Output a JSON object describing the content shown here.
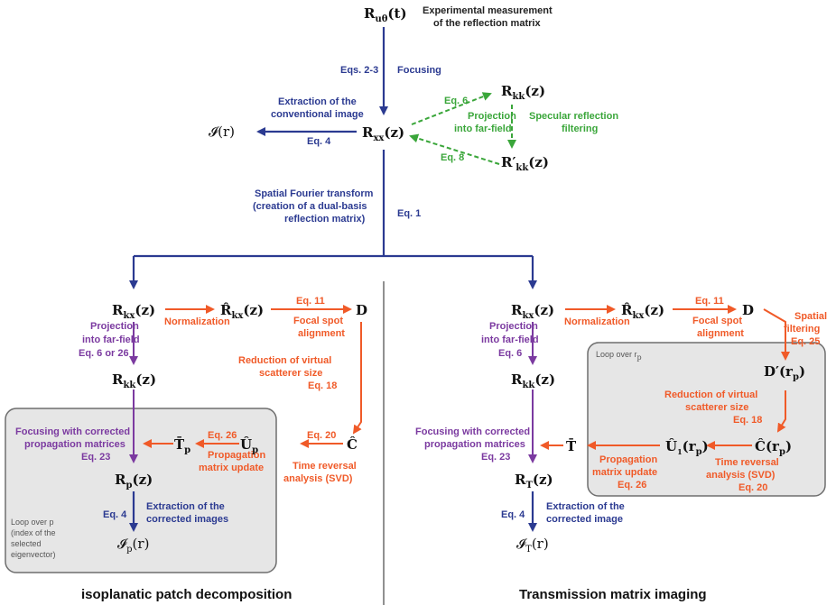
{
  "colors": {
    "blue": "#2b3a91",
    "green": "#3aa63a",
    "orange": "#f05a28",
    "purple": "#7b3aa0",
    "box_fill": "#e6e6e6",
    "box_stroke": "#6e6e6e"
  },
  "top": {
    "rut": "R",
    "rut_sub": "uθ",
    "rut_arg": "(t)",
    "experimental_line1": "Experimental measurement",
    "experimental_line2": "of the reflection matrix",
    "eqs_2_3": "Eqs. 2-3",
    "focusing": "Focusing",
    "rxx": "R",
    "rxx_sub": "xx",
    "rxx_arg": "(z)",
    "extraction_line1": "Extraction of the",
    "extraction_line2": "conventional image",
    "eq4": "Eq. 4",
    "conv_image": "𝓘(r)",
    "eq6": "Eq. 6",
    "projection_line1": "Projection",
    "projection_line2": "into far-field",
    "rkk": "R",
    "rkk_sub": "kk",
    "rkk_arg": "(z)",
    "specular_line1": "Specular reflection",
    "specular_line2": "filtering",
    "eq8": "Eq. 8",
    "rkk_prime": "R′",
    "rkk_prime_sub": "kk",
    "rkk_prime_arg": "(z)",
    "fourier_line1": "Spatial Fourier transform",
    "fourier_line2": "(creation of a dual-basis",
    "fourier_line3": "reflection matrix)",
    "eq1": "Eq. 1"
  },
  "left": {
    "rkx": "R",
    "rkx_sub": "kx",
    "rkx_arg": "(z)",
    "normalization": "Normalization",
    "rhat": "R̂",
    "rhat_sub": "kx",
    "rhat_arg": "(z)",
    "eq11": "Eq. 11",
    "focal_line1": "Focal spot",
    "focal_line2": "alignment",
    "d": "D",
    "proj_line1": "Projection",
    "proj_line2": "into far-field",
    "proj_line3": "Eq. 6 or 26",
    "rkk": "R",
    "rkk_sub": "kk",
    "rkk_arg": "(z)",
    "reduction_line1": "Reduction of  virtual",
    "reduction_line2": "scatterer  size",
    "reduction_line3": "Eq. 18",
    "focusing_line1": "Focusing with corrected",
    "focusing_line2": "propagation matrices",
    "focusing_line3": "Eq. 23",
    "tbar": "T̄",
    "tbar_sub": "p",
    "eq26": "Eq. 26",
    "propagation_line1": "Propagation",
    "propagation_line2": "matrix update",
    "uhat": "Û",
    "uhat_sub": "p",
    "eq20": "Eq. 20",
    "chat": "Ĉ",
    "time_line1": "Time reversal",
    "time_line2": "analysis (SVD)",
    "rp": "R",
    "rp_sub": "p",
    "rp_arg": "(z)",
    "eq4": "Eq. 4",
    "extract_line1": "Extraction of the",
    "extract_line2": "corrected images",
    "ip": "𝓘",
    "ip_sub": "p",
    "ip_arg": "(r)",
    "loop_line1": "Loop over p",
    "loop_line2": "(index of the",
    "loop_line3": "selected",
    "loop_line4": "eigenvector)",
    "title": "isoplanatic patch decomposition"
  },
  "right": {
    "rkx": "R",
    "rkx_sub": "kx",
    "rkx_arg": "(z)",
    "normalization": "Normalization",
    "rhat": "R̂",
    "rhat_sub": "kx",
    "rhat_arg": "(z)",
    "eq11": "Eq. 11",
    "focal_line1": "Focal spot",
    "focal_line2": "alignment",
    "d": "D",
    "spatial_line1": "Spatial",
    "spatial_line2": "filtering",
    "spatial_line3": "Eq. 25",
    "loop_label": "Loop over r",
    "loop_sub": "p",
    "dprime": "D′(r",
    "dprime_sub": "p",
    "dprime_end": ")",
    "proj_line1": "Projection",
    "proj_line2": "into far-field",
    "proj_line3": "Eq. 6",
    "rkk": "R",
    "rkk_sub": "kk",
    "rkk_arg": "(z)",
    "reduction_line1": "Reduction of  virtual",
    "reduction_line2": "scatterer  size",
    "reduction_line3": "Eq. 18",
    "focusing_line1": "Focusing with corrected",
    "focusing_line2": "propagation matrices",
    "focusing_line3": "Eq. 23",
    "tbar": "T̄",
    "uhat": "Û",
    "uhat_sub": "1",
    "uhat_arg": "(r",
    "uhat_arg_sub": "p",
    "uhat_end": ")",
    "chat": "Ĉ(r",
    "chat_sub": "p",
    "chat_end": ")",
    "propagation_line1": "Propagation",
    "propagation_line2": "matrix update",
    "propagation_line3": "Eq. 26",
    "time_line1": "Time reversal",
    "time_line2": "analysis (SVD)",
    "time_line3": "Eq. 20",
    "rt": "R",
    "rt_sub": "T",
    "rt_arg": "(z)",
    "eq4": "Eq. 4",
    "extract_line1": "Extraction of the",
    "extract_line2": "corrected image",
    "it": "𝓘",
    "it_sub": "T",
    "it_arg": "(r)",
    "title": "Transmission matrix imaging"
  }
}
